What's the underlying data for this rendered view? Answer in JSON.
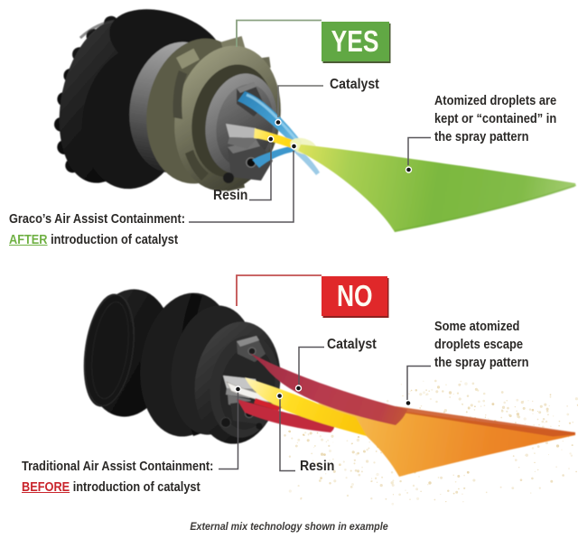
{
  "page": {
    "background": "#ffffff",
    "footer_note": "External mix technology shown in example"
  },
  "top_section": {
    "badge": {
      "label": "YES",
      "color": "#61a844",
      "text_color": "#fdfdf2"
    },
    "labels": {
      "catalyst": "Catalyst",
      "resin": "Resin"
    },
    "annotation": {
      "lines": [
        "Atomized droplets are",
        "kept or “contained” in",
        "the spray pattern"
      ]
    },
    "caption": {
      "line1": "Graco’s Air Assist Containment:",
      "highlight": "AFTER",
      "rest": " introduction of catalyst",
      "highlight_color": "#6fb043"
    },
    "spray_color": "#7cb83f",
    "catalyst_stream_color": "#3f9ccf",
    "resin_stream_color": "#ffd400"
  },
  "bottom_section": {
    "badge": {
      "label": "NO",
      "color": "#e0282a",
      "text_color": "#fdfdf2"
    },
    "labels": {
      "catalyst": "Catalyst",
      "resin": "Resin"
    },
    "annotation": {
      "lines": [
        "Some atomized",
        "droplets escape",
        "the spray pattern"
      ]
    },
    "caption": {
      "line1": "Traditional Air Assist Containment:",
      "highlight": "BEFORE",
      "rest": " introduction of catalyst",
      "highlight_color": "#c9252c"
    },
    "spray_color": "#ec8127",
    "catalyst_stream_color": "#b73a4e",
    "resin_stream_color": "#ffd400"
  }
}
